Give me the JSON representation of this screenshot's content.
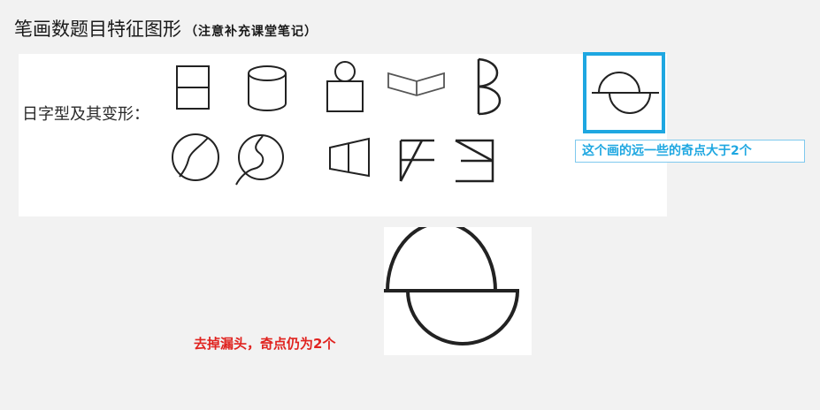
{
  "header": {
    "title": "笔画数题目特征图形",
    "note": "（注意补充课堂笔记）"
  },
  "panel": {
    "label": "日字型及其变形："
  },
  "callout": {
    "text": "这个画的远一些的奇点大于2个",
    "border_color": "#1ea7e1"
  },
  "note": {
    "text": "去掉漏头，奇点仍为2个",
    "color": "#e0231f"
  },
  "figures": [
    "split-rectangle",
    "cylinder",
    "circle-on-square",
    "open-book",
    "letter-b",
    "circle-s-curve",
    "circle-spiral",
    "trapezoid-split",
    "f-shape-box",
    "z-shape-box",
    "circle-with-line"
  ]
}
